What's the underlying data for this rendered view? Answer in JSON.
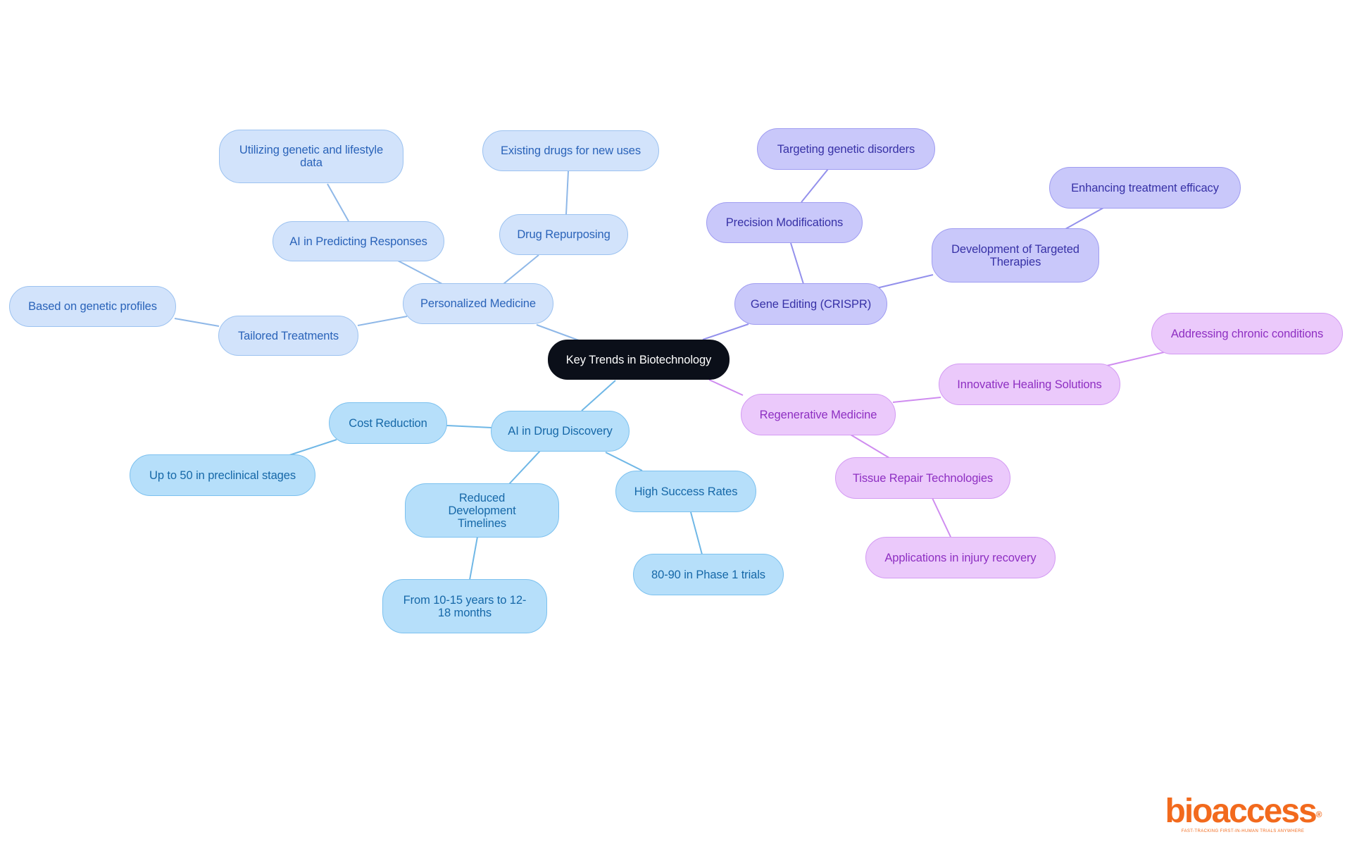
{
  "root": "Key Trends in Biotechnology",
  "branches": {
    "personalized": {
      "label": "Personalized Medicine",
      "ai_predicting": "AI in Predicting Responses",
      "ai_predicting_detail": "Utilizing genetic and lifestyle data",
      "drug_repurposing": "Drug Repurposing",
      "drug_repurposing_detail": "Existing drugs for new uses",
      "tailored": "Tailored Treatments",
      "tailored_detail": "Based on genetic profiles"
    },
    "ai_drug": {
      "label": "AI in Drug Discovery",
      "cost": "Cost Reduction",
      "cost_detail": "Up to 50 in preclinical stages",
      "timelines": "Reduced Development Timelines",
      "timelines_detail": "From 10-15 years to 12-18 months",
      "success": "High Success Rates",
      "success_detail": "80-90 in Phase 1 trials"
    },
    "gene": {
      "label": "Gene Editing (CRISPR)",
      "precision": "Precision Modifications",
      "precision_detail": "Targeting genetic disorders",
      "targeted": "Development of Targeted Therapies",
      "targeted_detail": "Enhancing treatment efficacy"
    },
    "regen": {
      "label": "Regenerative Medicine",
      "healing": "Innovative Healing Solutions",
      "healing_detail": "Addressing chronic conditions",
      "tissue": "Tissue Repair Technologies",
      "tissue_detail": "Applications in injury recovery"
    }
  },
  "logo": {
    "word": "bioaccess",
    "reg": "®",
    "tagline": "FAST-TRACKING FIRST-IN-HUMAN TRIALS ANYWHERE"
  },
  "colors": {
    "root": "#0b0f19",
    "personalized": "#d2e3fb",
    "ai_drug": "#b6dffa",
    "gene": "#c9c8fa",
    "regen": "#ebc9fb",
    "logo": "#f26a1d"
  }
}
